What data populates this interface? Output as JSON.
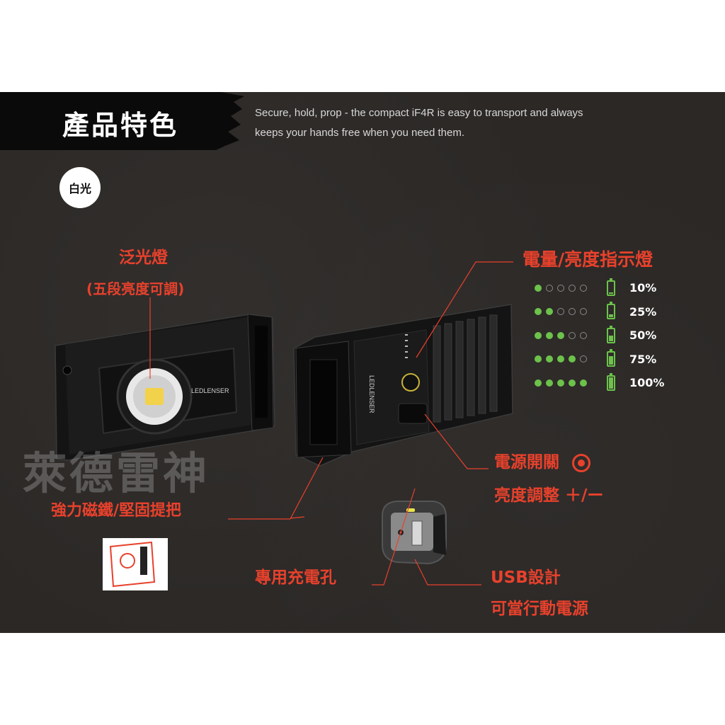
{
  "header": {
    "title": "產品特色",
    "tagline_line1": "Secure, hold, prop - the compact iF4R is easy to transport and always",
    "tagline_line2": "keeps your hands free when you need them."
  },
  "mode_badge": "白光",
  "labels": {
    "floodlight": "泛光燈",
    "floodlight_sub": "(五段亮度可調)",
    "indicator_title": "電量/亮度指示燈",
    "power_switch": "電源開關",
    "brightness_adjust": "亮度調整 ＋/ー",
    "magnet_handle": "強力磁鐵/堅固提把",
    "charge_port": "專用充電孔",
    "usb_line1": "USB設計",
    "usb_line2": "可當行動電源"
  },
  "watermark": "萊德雷神",
  "product_brand": "LEDLENSER",
  "indicator_levels": [
    {
      "label": "10%",
      "dots_on": 1,
      "fill": 0.1
    },
    {
      "label": "25%",
      "dots_on": 2,
      "fill": 0.25
    },
    {
      "label": "50%",
      "dots_on": 3,
      "fill": 0.5
    },
    {
      "label": "75%",
      "dots_on": 4,
      "fill": 0.75
    },
    {
      "label": "100%",
      "dots_on": 5,
      "fill": 1.0
    }
  ],
  "colors": {
    "accent_red": "#e8412c",
    "indicator_green": "#6cc24a",
    "background": "#2b2826"
  }
}
